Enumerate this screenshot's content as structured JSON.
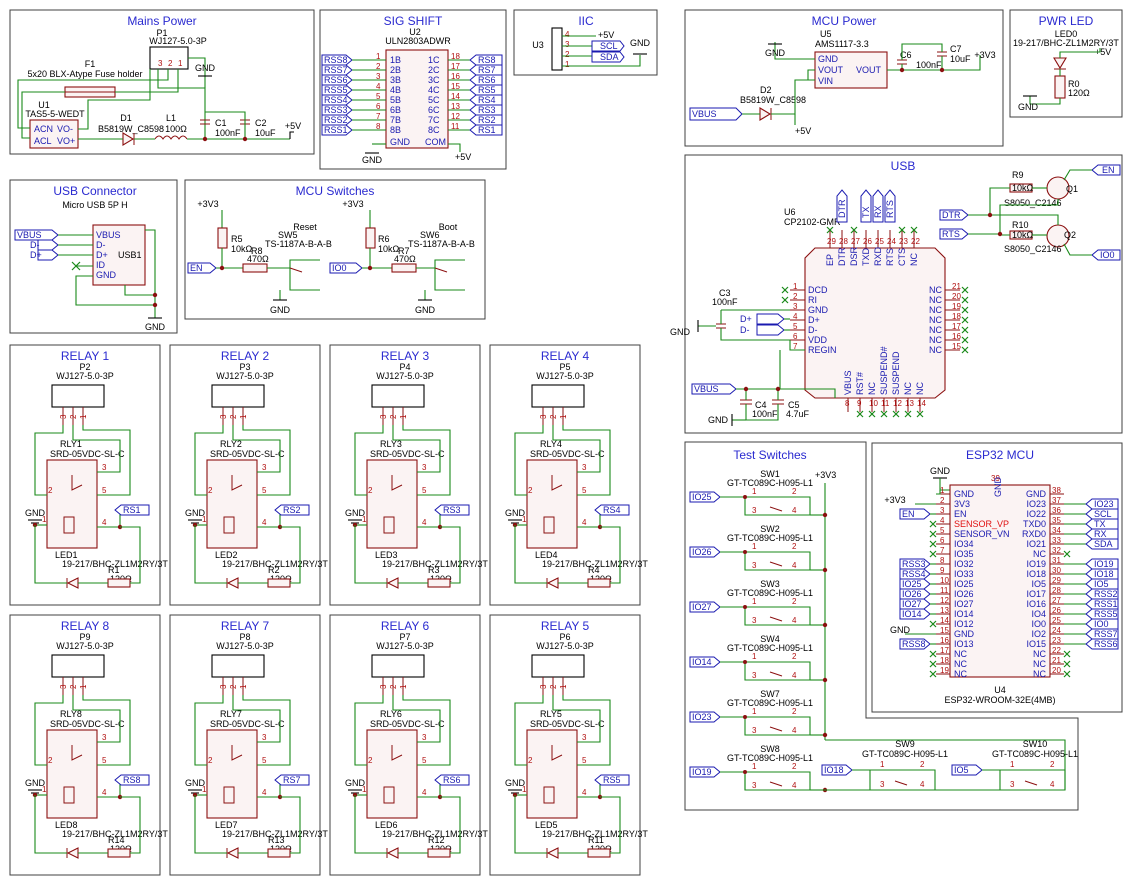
{
  "sheets": {
    "mains_power": {
      "title": "Mains Power",
      "connector": "P1",
      "connector_part": "WJ127-5.0-3P",
      "fuse": "F1",
      "fuse_part": "5x20 BLX-Atype Fuse holder",
      "module": "U1",
      "module_part": "TAS5-5-WEDT",
      "module_pins": [
        "ACN",
        "ACL",
        "VO-",
        "VO+"
      ],
      "diode": "D1",
      "diode_part": "B5819W_C8598",
      "inductor": "L1",
      "inductor_value": "100Ω",
      "c1": "C1",
      "c1_value": "100nF",
      "c2": "C2",
      "c2_value": "10uF",
      "gnd": "GND",
      "vout": "+5V"
    },
    "sig_shift": {
      "title": "SIG SHIFT",
      "ref": "U2",
      "part": "ULN2803ADWR",
      "inputs": [
        "RSS8",
        "RSS7",
        "RSS6",
        "RSS5",
        "RSS4",
        "RSS3",
        "RSS2",
        "RSS1"
      ],
      "in_pins": [
        "1B",
        "2B",
        "3B",
        "4B",
        "5B",
        "6B",
        "7B",
        "8B"
      ],
      "outputs": [
        "RS8",
        "RS7",
        "RS6",
        "RS5",
        "RS4",
        "RS3",
        "RS2",
        "RS1"
      ],
      "out_pins": [
        "1C",
        "2C",
        "3C",
        "4C",
        "5C",
        "6C",
        "7C",
        "8C"
      ],
      "gnd": "GND",
      "com": "COM",
      "vcc": "+5V"
    },
    "iic": {
      "title": "IIC",
      "ref": "U3",
      "nets": [
        "+5V",
        "SCL",
        "SDA",
        "GND"
      ]
    },
    "mcu_power": {
      "title": "MCU Power",
      "ref": "U5",
      "part": "AMS1117-3.3",
      "pins": [
        "GND",
        "VOUT",
        "VIN",
        "VOUT"
      ],
      "c6": "C6",
      "c6_value": "100nF",
      "c7": "C7",
      "c7_value": "10uF",
      "diode": "D2",
      "diode_part": "B5819W_C8598",
      "vbus": "VBUS",
      "out": "+3V3",
      "plus5": "+5V",
      "gnd": "GND"
    },
    "pwr_led": {
      "title": "PWR LED",
      "led": "LED0",
      "led_part": "19-217/BHC-ZL1M2RY/3T",
      "res": "R0",
      "res_value": "120Ω",
      "vcc": "+5V",
      "gnd": "GND"
    },
    "usb_connector": {
      "title": "USB Connector",
      "subtitle": "Micro USB 5P H",
      "ref": "USB1",
      "pins": [
        "VBUS",
        "D-",
        "D+",
        "ID",
        "GND"
      ],
      "nets": [
        "VBUS",
        "D-",
        "D+"
      ],
      "gnd": "GND"
    },
    "mcu_switches": {
      "title": "MCU Switches",
      "reset_label": "Reset",
      "boot_label": "Boot",
      "sw5": "SW5",
      "sw6": "SW6",
      "sw_part": "TS-1187A-B-A-B",
      "r5": "R5",
      "r5_value": "10kΩ",
      "r6": "R6",
      "r6_value": "10kΩ",
      "r8": "R8",
      "r8_value": "470Ω",
      "r7": "R7",
      "r7_value": "470Ω",
      "en": "EN",
      "io0": "IO0",
      "vcc": "+3V3",
      "gnd": "GND"
    },
    "usb": {
      "title": "USB",
      "ref": "U6",
      "part": "CP2102-GMR",
      "left_pins": [
        "DCD",
        "RI",
        "GND",
        "D+",
        "D-",
        "VDD",
        "REGIN"
      ],
      "top_pins": [
        "EP",
        "DTR",
        "DSR",
        "TXD",
        "RXD",
        "RTS",
        "CTS",
        "NC"
      ],
      "bottom_pins": [
        "VBUS",
        "RST#",
        "NC",
        "SUSPEND#",
        "SUSPEND",
        "NC",
        "NC"
      ],
      "right_pins": [
        "NC",
        "NC",
        "NC",
        "NC",
        "NC",
        "NC",
        "NC"
      ],
      "top_nets": [
        "DTR",
        "TX",
        "RX",
        "RTS"
      ],
      "c3": "C3",
      "c3_value": "100nF",
      "c4": "C4",
      "c4_value": "100nF",
      "c5": "C5",
      "c5_value": "4.7uF",
      "q1": "Q1",
      "q2": "Q2",
      "q_part": "S8050_C2146",
      "r9": "R9",
      "r9_value": "10kΩ",
      "r10": "R10",
      "r10_value": "10kΩ",
      "nets": [
        "EN",
        "DTR",
        "RTS",
        "IO0",
        "VBUS",
        "GND",
        "D+",
        "D-"
      ]
    },
    "relays": [
      {
        "title": "RELAY 1",
        "conn": "P2",
        "relay": "RLY1",
        "led": "LED1",
        "res": "R1",
        "net": "RS1"
      },
      {
        "title": "RELAY 2",
        "conn": "P3",
        "relay": "RLY2",
        "led": "LED2",
        "res": "R2",
        "net": "RS2"
      },
      {
        "title": "RELAY 3",
        "conn": "P4",
        "relay": "RLY3",
        "led": "LED3",
        "res": "R3",
        "net": "RS3"
      },
      {
        "title": "RELAY 4",
        "conn": "P5",
        "relay": "RLY4",
        "led": "LED4",
        "res": "R4",
        "net": "RS4"
      },
      {
        "title": "RELAY 8",
        "conn": "P9",
        "relay": "RLY8",
        "led": "LED8",
        "res": "R14",
        "net": "RS8"
      },
      {
        "title": "RELAY 7",
        "conn": "P8",
        "relay": "RLY7",
        "led": "LED7",
        "res": "R13",
        "net": "RS7"
      },
      {
        "title": "RELAY 6",
        "conn": "P7",
        "relay": "RLY6",
        "led": "LED6",
        "res": "R12",
        "net": "RS6"
      },
      {
        "title": "RELAY 5",
        "conn": "P6",
        "relay": "RLY5",
        "led": "LED5",
        "res": "R11",
        "net": "RS5"
      }
    ],
    "relay_common": {
      "conn_part": "WJ127-5.0-3P",
      "relay_part": "SRD-05VDC-SL-C",
      "led_part": "19-217/BHC-ZL1M2RY/3T",
      "res_value": "120Ω",
      "gnd": "GND"
    },
    "test_switches": {
      "title": "Test Switches",
      "part": "GT-TC089C-H095-L1",
      "vcc": "+3V3",
      "switches": [
        {
          "ref": "SW1",
          "net": "IO25"
        },
        {
          "ref": "SW2",
          "net": "IO26"
        },
        {
          "ref": "SW3",
          "net": "IO27"
        },
        {
          "ref": "SW4",
          "net": "IO14"
        },
        {
          "ref": "SW7",
          "net": "IO23"
        },
        {
          "ref": "SW8",
          "net": "IO19"
        }
      ],
      "bottom": [
        {
          "ref": "SW9",
          "net": "IO18"
        },
        {
          "ref": "SW10",
          "net": "IO5"
        }
      ]
    },
    "esp32": {
      "title": "ESP32 MCU",
      "ref": "U4",
      "part": "ESP32-WROOM-32E(4MB)",
      "left_pins": [
        "GND",
        "3V3",
        "EN",
        "SENSOR_VP",
        "SENSOR_VN",
        "IO34",
        "IO35",
        "IO32",
        "IO33",
        "IO25",
        "IO26",
        "IO27",
        "IO14",
        "IO12",
        "GND",
        "IO13",
        "NC",
        "NC",
        "NC"
      ],
      "left_nums": [
        "1",
        "2",
        "3",
        "4",
        "5",
        "6",
        "7",
        "8",
        "9",
        "10",
        "11",
        "12",
        "13",
        "14",
        "15",
        "16",
        "17",
        "18",
        "19"
      ],
      "left_nets": [
        "",
        "+3V3",
        "EN",
        "",
        "",
        "",
        "",
        "RSS3",
        "RSS4",
        "IO25",
        "IO26",
        "IO27",
        "IO14",
        "",
        "GND",
        "RSS8",
        "",
        "",
        ""
      ],
      "right_pins": [
        "GND",
        "IO23",
        "IO22",
        "TXD0",
        "RXD0",
        "IO21",
        "NC",
        "IO19",
        "IO18",
        "IO5",
        "IO17",
        "IO16",
        "IO4",
        "IO0",
        "IO2",
        "IO15",
        "NC",
        "NC",
        "NC"
      ],
      "right_nums": [
        "38",
        "37",
        "36",
        "35",
        "34",
        "33",
        "32",
        "31",
        "30",
        "29",
        "28",
        "27",
        "26",
        "25",
        "24",
        "23",
        "22",
        "21",
        "20"
      ],
      "right_nets": [
        "",
        "IO23",
        "SCL",
        "TX",
        "RX",
        "SDA",
        "",
        "IO19",
        "IO18",
        "IO5",
        "RSS2",
        "RSS1",
        "RSS5",
        "IO0",
        "RSS7",
        "RSS6",
        "",
        "",
        ""
      ],
      "top_pin": "39",
      "top_label": "GND",
      "gnd": "GND"
    }
  }
}
